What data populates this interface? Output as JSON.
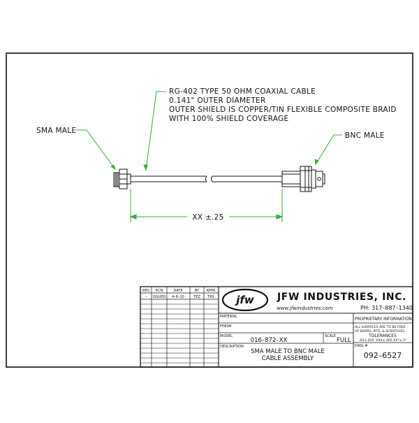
{
  "drawing": {
    "cable_note": [
      "RG-402 TYPE 50 OHM COAXIAL CABLE",
      "0.141\" OUTER DIAMETER",
      "OUTER SHIELD IS COPPER/TIN FLEXIBLE COMPOSITE BRAID",
      "WITH 100% SHIELD COVERAGE"
    ],
    "left_connector_label": "SMA MALE",
    "right_connector_label": "BNC MALE",
    "dimension_label": "XX ±.25"
  },
  "revision_block": {
    "headers": [
      "REV",
      "ECN",
      "DATE",
      "BY",
      "APPR"
    ],
    "rows": [
      [
        "–",
        "ISSUED",
        "4–8–10",
        "TEZ",
        "TRS"
      ]
    ]
  },
  "title_block": {
    "logo_text": "jfw",
    "company": "JFW INDUSTRIES, INC.",
    "website": "www.jfwindustries.com",
    "phone": "PH: 317–887–1340",
    "material_label": "MATERIAL",
    "finish_label": "FINISH",
    "model_label": "MODEL",
    "model_value": "016–872–XX",
    "scale_label": "SCALE",
    "scale_value": "FULL",
    "description_label": "DESCRIPTION",
    "description_lines": [
      "SMA MALE TO BNC MALE",
      "CABLE ASSEMBLY"
    ],
    "proprietary": "PROPRIETARY INFORMATION",
    "burrs_lines": [
      "ALL SURFACES ARE TO BE FREE",
      "OF BURRS, PITS, & SCRATCHES"
    ],
    "tolerances_label": "TOLERANCES",
    "tolerances_value": ".XX±.010   .XXX±.005   XX°±.5°",
    "dwg_label": "DWG #",
    "dwg_value": "092–6527"
  },
  "colors": {
    "leader": "#35b035",
    "line": "#111111"
  }
}
